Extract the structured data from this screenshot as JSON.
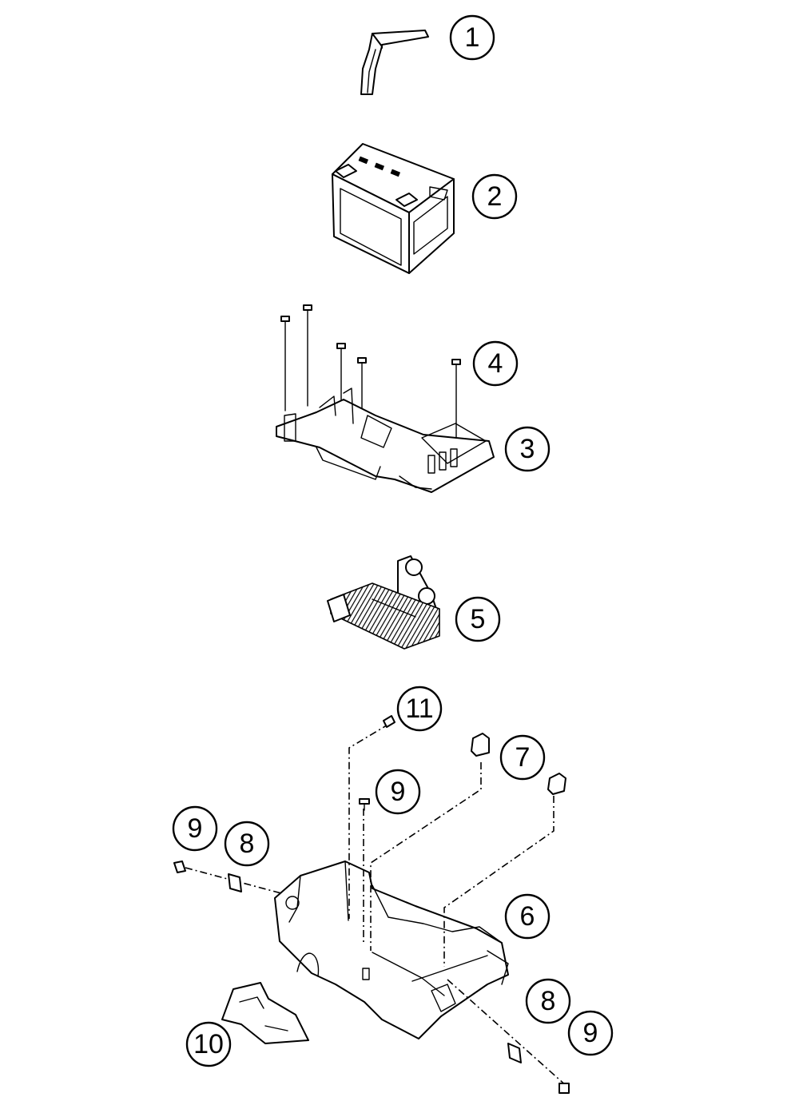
{
  "callouts": [
    {
      "label": "1"
    },
    {
      "label": "2"
    },
    {
      "label": "4"
    },
    {
      "label": "3"
    },
    {
      "label": "5"
    },
    {
      "label": "11"
    },
    {
      "label": "7"
    },
    {
      "label": "9"
    },
    {
      "label": "9"
    },
    {
      "label": "8"
    },
    {
      "label": "6"
    },
    {
      "label": "8"
    },
    {
      "label": "9"
    },
    {
      "label": "10"
    }
  ]
}
